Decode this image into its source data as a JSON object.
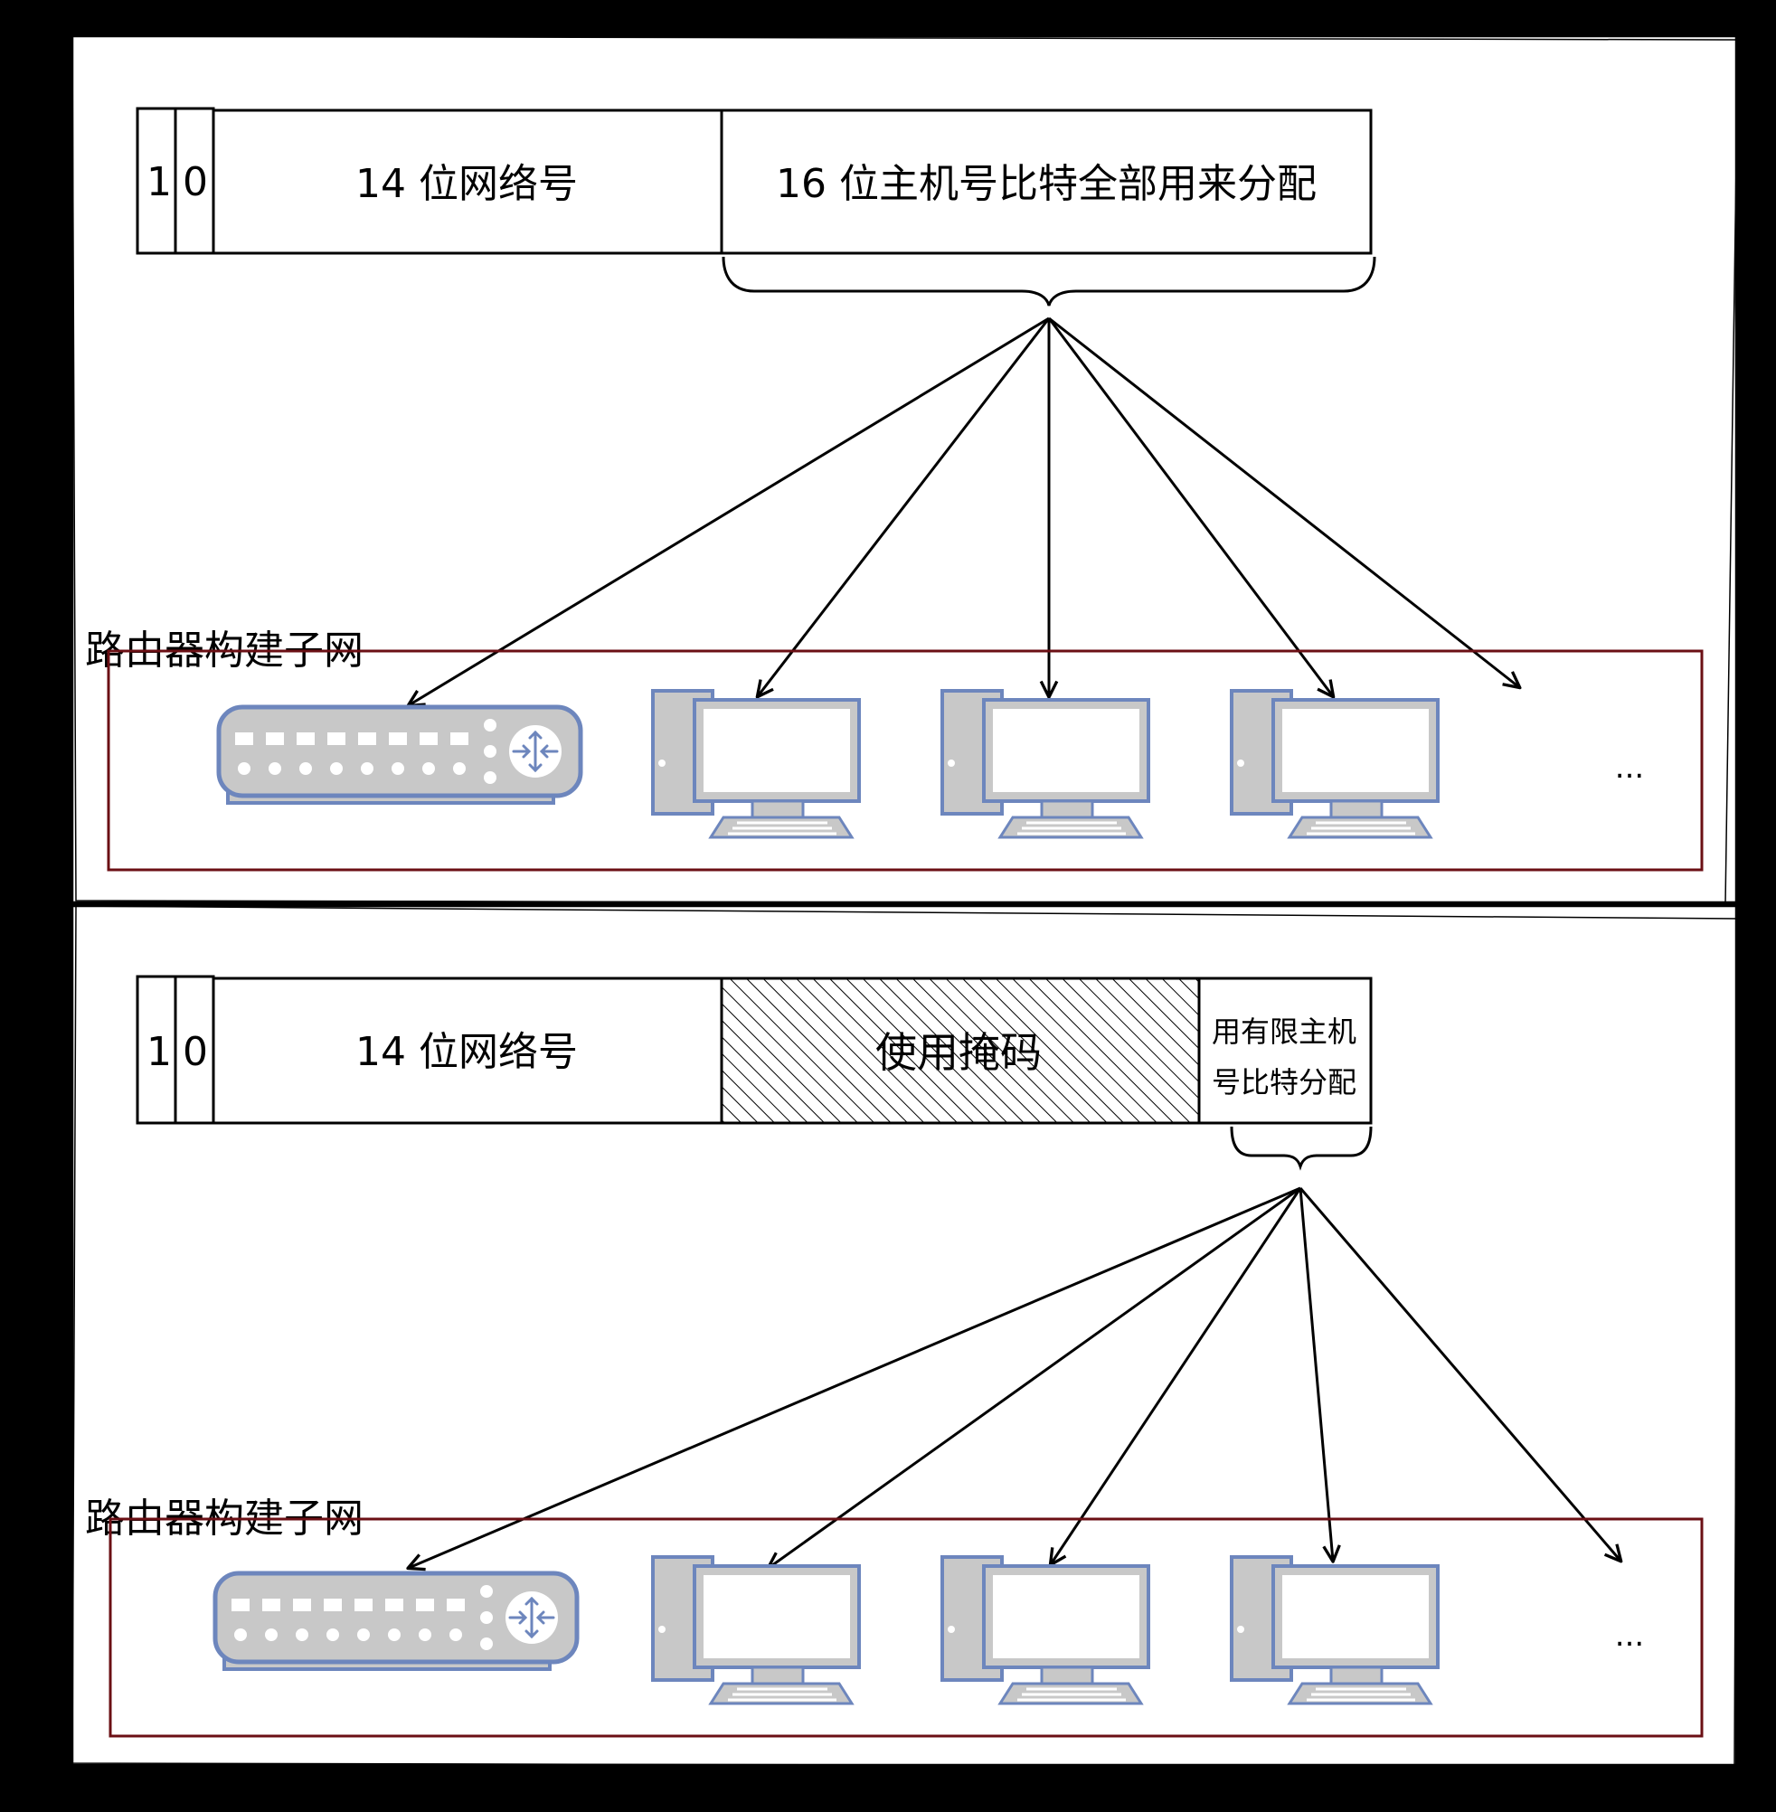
{
  "colors": {
    "frame": "#000000",
    "background": "#ffffff",
    "subnet_border": "#6b0f14",
    "device_fill": "#c8c8c8",
    "device_stroke": "#6d86bd",
    "screen_fill": "#ffffff"
  },
  "panels": [
    {
      "bits": {
        "b1": "1",
        "b2": "0",
        "network": "14 位网络号",
        "host": "16 位主机号比特全部用来分配"
      },
      "subnet": {
        "label": "路由器构建子网",
        "more": "..."
      },
      "devices": [
        "router-icon",
        "computer-icon",
        "computer-icon",
        "computer-icon"
      ]
    },
    {
      "bits": {
        "b1": "1",
        "b2": "0",
        "network": "14 位网络号",
        "mask": "使用掩码",
        "host_line1": "用有限主机",
        "host_line2": "号比特分配"
      },
      "subnet": {
        "label": "路由器构建子网",
        "more": "..."
      },
      "devices": [
        "router-icon",
        "computer-icon",
        "computer-icon",
        "computer-icon"
      ]
    }
  ]
}
